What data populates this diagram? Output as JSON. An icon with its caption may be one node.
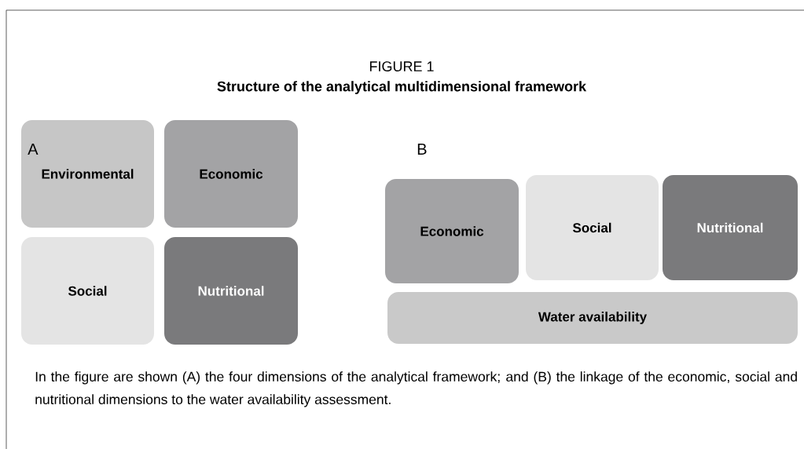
{
  "diagram": {
    "title": "Structure of the analytical multidimensional framework",
    "caption": "In the figure are shown (A) the four dimensions of the analytical framework; and (B) the linkage of the economic, social and nutritional dimensions to the water availability assessment.",
    "nodes": [
      {
        "text": [
          "Environmental"
        ]
      },
      {
        "text": [
          "Economic"
        ]
      },
      {
        "text": [
          "Social"
        ]
      },
      {
        "text": [
          "Nutritional"
        ]
      },
      {
        "text": [
          "Economic"
        ]
      },
      {
        "text": [
          "Social"
        ]
      },
      {
        "text": [
          "Nutritional"
        ]
      },
      {
        "text": [
          "Water availability"
        ]
      }
    ],
    "labels": [
      "FIGURE 1",
      "A",
      "B"
    ]
  }
}
